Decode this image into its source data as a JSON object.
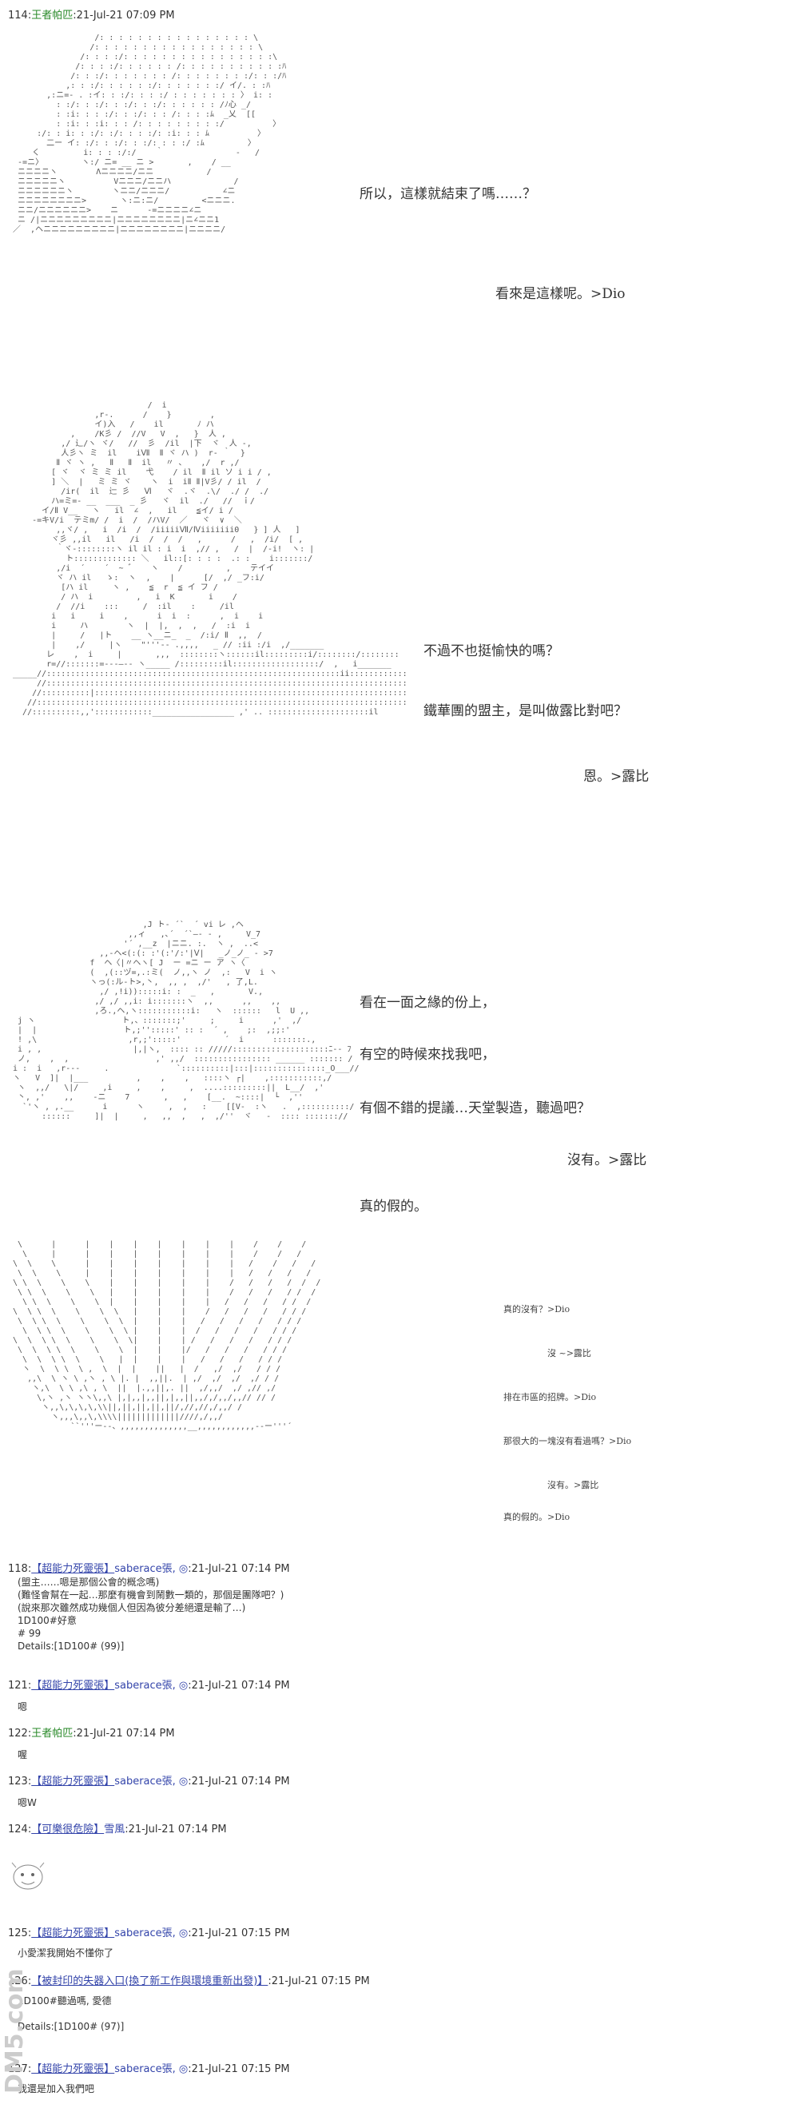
{
  "posts": {
    "p114": {
      "num": "114:",
      "name": "王者帕匹",
      "date": ":21-Jul-21 07:09 PM"
    },
    "p118": {
      "num": "118:",
      "name": "【超能力死靈張】",
      "trip": "saberace張, ◎",
      "date": ":21-Jul-21 07:14 PM",
      "lines": [
        "(盟主……嗯是那個公會的概念嗎)",
        "(難怪會幫在一起…那麼有機會到鬧數一類的，那個是團隊吧？)",
        "(說來那次雖然成功幾個人但因為彼分差絕還是輸了…)",
        "1D100#好意",
        "# 99",
        "Details:[1D100# (99)]"
      ]
    },
    "p121": {
      "num": "121:",
      "name": "【超能力死靈張】",
      "trip": "saberace張, ◎",
      "date": ":21-Jul-21 07:14 PM",
      "lines": [
        "嗯"
      ]
    },
    "p122": {
      "num": "122:",
      "name": "王者帕匹",
      "date": ":21-Jul-21 07:14 PM",
      "lines": [
        "喔"
      ]
    },
    "p123": {
      "num": "123:",
      "name": "【超能力死靈張】",
      "trip": "saberace張, ◎",
      "date": ":21-Jul-21 07:14 PM",
      "lines": [
        "嗯W"
      ]
    },
    "p124": {
      "num": "124:",
      "name": "【可樂很危險】",
      "trip": "雪風",
      "date": ":21-Jul-21 07:14 PM"
    },
    "p125": {
      "num": "125:",
      "name": "【超能力死靈張】",
      "trip": "saberace張, ◎",
      "date": ":21-Jul-21 07:15 PM",
      "lines": [
        "小愛潔我開始不懂你了"
      ]
    },
    "p126": {
      "num": "126:",
      "name": "【被封印的失器入口(換了新工作與環境重新出發)】",
      "date": ":21-Jul-21 07:15 PM",
      "lines": [
        "1D100#聽過嗎, 愛德",
        "Details:[1D100# (97)]"
      ]
    },
    "p127": {
      "num": "127:",
      "name": "【超能力死靈張】",
      "trip": "saberace張, ◎",
      "date": ":21-Jul-21 07:15 PM",
      "lines": [
        "我還是加入我們吧"
      ]
    }
  },
  "dialog": {
    "s1": "所以，這樣就結束了嗎……？",
    "s2": "看來是這樣呢。>Dio",
    "s3": "不過不也挺愉快的嗎？",
    "s4": "鐵華團的盟主，是叫做露比對吧？",
    "s5": "恩。>露比",
    "s6": "看在一面之緣的份上，",
    "s7": "有空的時候來找我吧，",
    "s8": "有個不錯的提議…天堂製造，聽過吧？",
    "s9": "沒有。>露比",
    "s10": "真的假的。",
    "r1": "真的沒有？>Dio",
    "r2": "沒 ~>露比",
    "r3": "排在市區的招牌。>Dio",
    "r4": "那很大的一塊沒有看過嗎？>Dio",
    "r5": "沒有。>露比",
    "r6": "真的假的。>Dio"
  },
  "watermark": {
    "text": "DM5.com"
  }
}
